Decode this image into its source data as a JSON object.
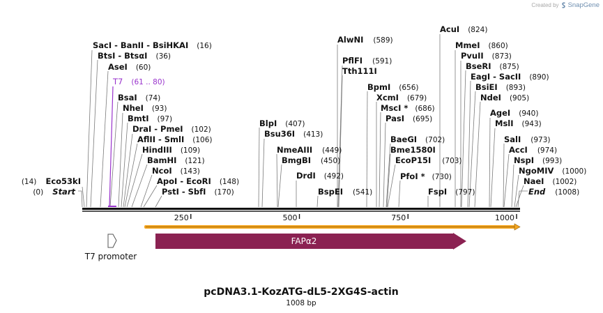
{
  "credit": {
    "prefix": "Created by",
    "brand": "SnapGene"
  },
  "map": {
    "title": "pcDNA3.1-KozATG-dL5-2XG4S-actin",
    "subtitle": "1008 bp",
    "length": 1008
  },
  "ruler_ticks": [
    {
      "label": "250",
      "value": 250
    },
    {
      "label": "500",
      "value": 500
    },
    {
      "label": "750",
      "value": 750
    },
    {
      "label": "1000",
      "value": 1000
    }
  ],
  "features": {
    "t7_promoter": {
      "label": "T7 promoter",
      "color": "#ffffff",
      "stroke": "#555555"
    },
    "fapa2": {
      "label": "FAPα2",
      "color": "#8b2252"
    },
    "orf_color": "#f5a623"
  },
  "sites": [
    {
      "key": "start",
      "name": "Start",
      "pos": "(0)",
      "italic": true
    },
    {
      "key": "eco53ki",
      "name": "Eco53kI",
      "pos": "(14)"
    },
    {
      "key": "saci",
      "name": "SacI  -  BanII  -  BsiHKAI",
      "pos": "(16)"
    },
    {
      "key": "btsi",
      "name": "BtsI  -  BtsαI",
      "pos": "(36)"
    },
    {
      "key": "asei",
      "name": "AseI",
      "pos": "(60)"
    },
    {
      "key": "t7",
      "name": "T7",
      "pos": "(61 .. 80)",
      "primer": true
    },
    {
      "key": "bsai",
      "name": "BsaI",
      "pos": "(74)"
    },
    {
      "key": "nhei",
      "name": "NheI",
      "pos": "(93)"
    },
    {
      "key": "bmti",
      "name": "BmtI",
      "pos": "(97)"
    },
    {
      "key": "drai",
      "name": "DraI  -  PmeI",
      "pos": "(102)"
    },
    {
      "key": "aflii",
      "name": "AflII  -  SmlI",
      "pos": "(106)"
    },
    {
      "key": "hindiii",
      "name": "HindIII",
      "pos": "(109)"
    },
    {
      "key": "bamhi",
      "name": "BamHI",
      "pos": "(121)"
    },
    {
      "key": "ncoi",
      "name": "NcoI",
      "pos": "(143)"
    },
    {
      "key": "apoi",
      "name": "ApoI  -  EcoRI",
      "pos": "(148)"
    },
    {
      "key": "psti",
      "name": "PstI  -  SbfI",
      "pos": "(170)"
    },
    {
      "key": "blpi",
      "name": "BlpI",
      "pos": "(407)"
    },
    {
      "key": "bsu36i",
      "name": "Bsu36I",
      "pos": "(413)"
    },
    {
      "key": "nmeaiii",
      "name": "NmeAIII",
      "pos": "(449)"
    },
    {
      "key": "bmgbi",
      "name": "BmgBI",
      "pos": "(450)"
    },
    {
      "key": "drdi",
      "name": "DrdI",
      "pos": "(492)"
    },
    {
      "key": "bspei",
      "name": "BspEI",
      "pos": "(541)"
    },
    {
      "key": "alwni",
      "name": "AlwNI",
      "pos": "(589)"
    },
    {
      "key": "pflfi",
      "name": "PflFI",
      "pos": "(591)"
    },
    {
      "key": "tth111i",
      "name": "Tth111I",
      "pos": ""
    },
    {
      "key": "bpmi",
      "name": "BpmI",
      "pos": "(656)"
    },
    {
      "key": "xcmi",
      "name": "XcmI",
      "pos": "(679)"
    },
    {
      "key": "msci",
      "name": "MscI *",
      "pos": "(686)"
    },
    {
      "key": "pasi",
      "name": "PasI",
      "pos": "(695)"
    },
    {
      "key": "baegi",
      "name": "BaeGI",
      "pos": "(702)"
    },
    {
      "key": "bme1580i",
      "name": "Bme1580I",
      "pos": ""
    },
    {
      "key": "ecop15i",
      "name": "EcoP15I",
      "pos": "(703)"
    },
    {
      "key": "pfoi",
      "name": "PfoI *",
      "pos": "(730)"
    },
    {
      "key": "fspi",
      "name": "FspI",
      "pos": "(797)"
    },
    {
      "key": "acui",
      "name": "AcuI",
      "pos": "(824)"
    },
    {
      "key": "mmei",
      "name": "MmeI",
      "pos": "(860)"
    },
    {
      "key": "pvuii",
      "name": "PvuII",
      "pos": "(873)"
    },
    {
      "key": "bseri",
      "name": "BseRI",
      "pos": "(875)"
    },
    {
      "key": "eagi",
      "name": "EagI  -  SacII",
      "pos": "(890)"
    },
    {
      "key": "bsiei",
      "name": "BsiEI",
      "pos": "(893)"
    },
    {
      "key": "ndei",
      "name": "NdeI",
      "pos": "(905)"
    },
    {
      "key": "agei",
      "name": "AgeI",
      "pos": "(940)"
    },
    {
      "key": "msli",
      "name": "MslI",
      "pos": "(943)"
    },
    {
      "key": "sali",
      "name": "SalI",
      "pos": "(973)"
    },
    {
      "key": "acci",
      "name": "AccI",
      "pos": "(974)"
    },
    {
      "key": "nspi",
      "name": "NspI",
      "pos": "(993)"
    },
    {
      "key": "ngomiv",
      "name": "NgoMIV",
      "pos": "(1000)"
    },
    {
      "key": "naei",
      "name": "NaeI",
      "pos": "(1002)"
    },
    {
      "key": "end",
      "name": "End",
      "pos": "(1008)",
      "italic": true
    }
  ]
}
